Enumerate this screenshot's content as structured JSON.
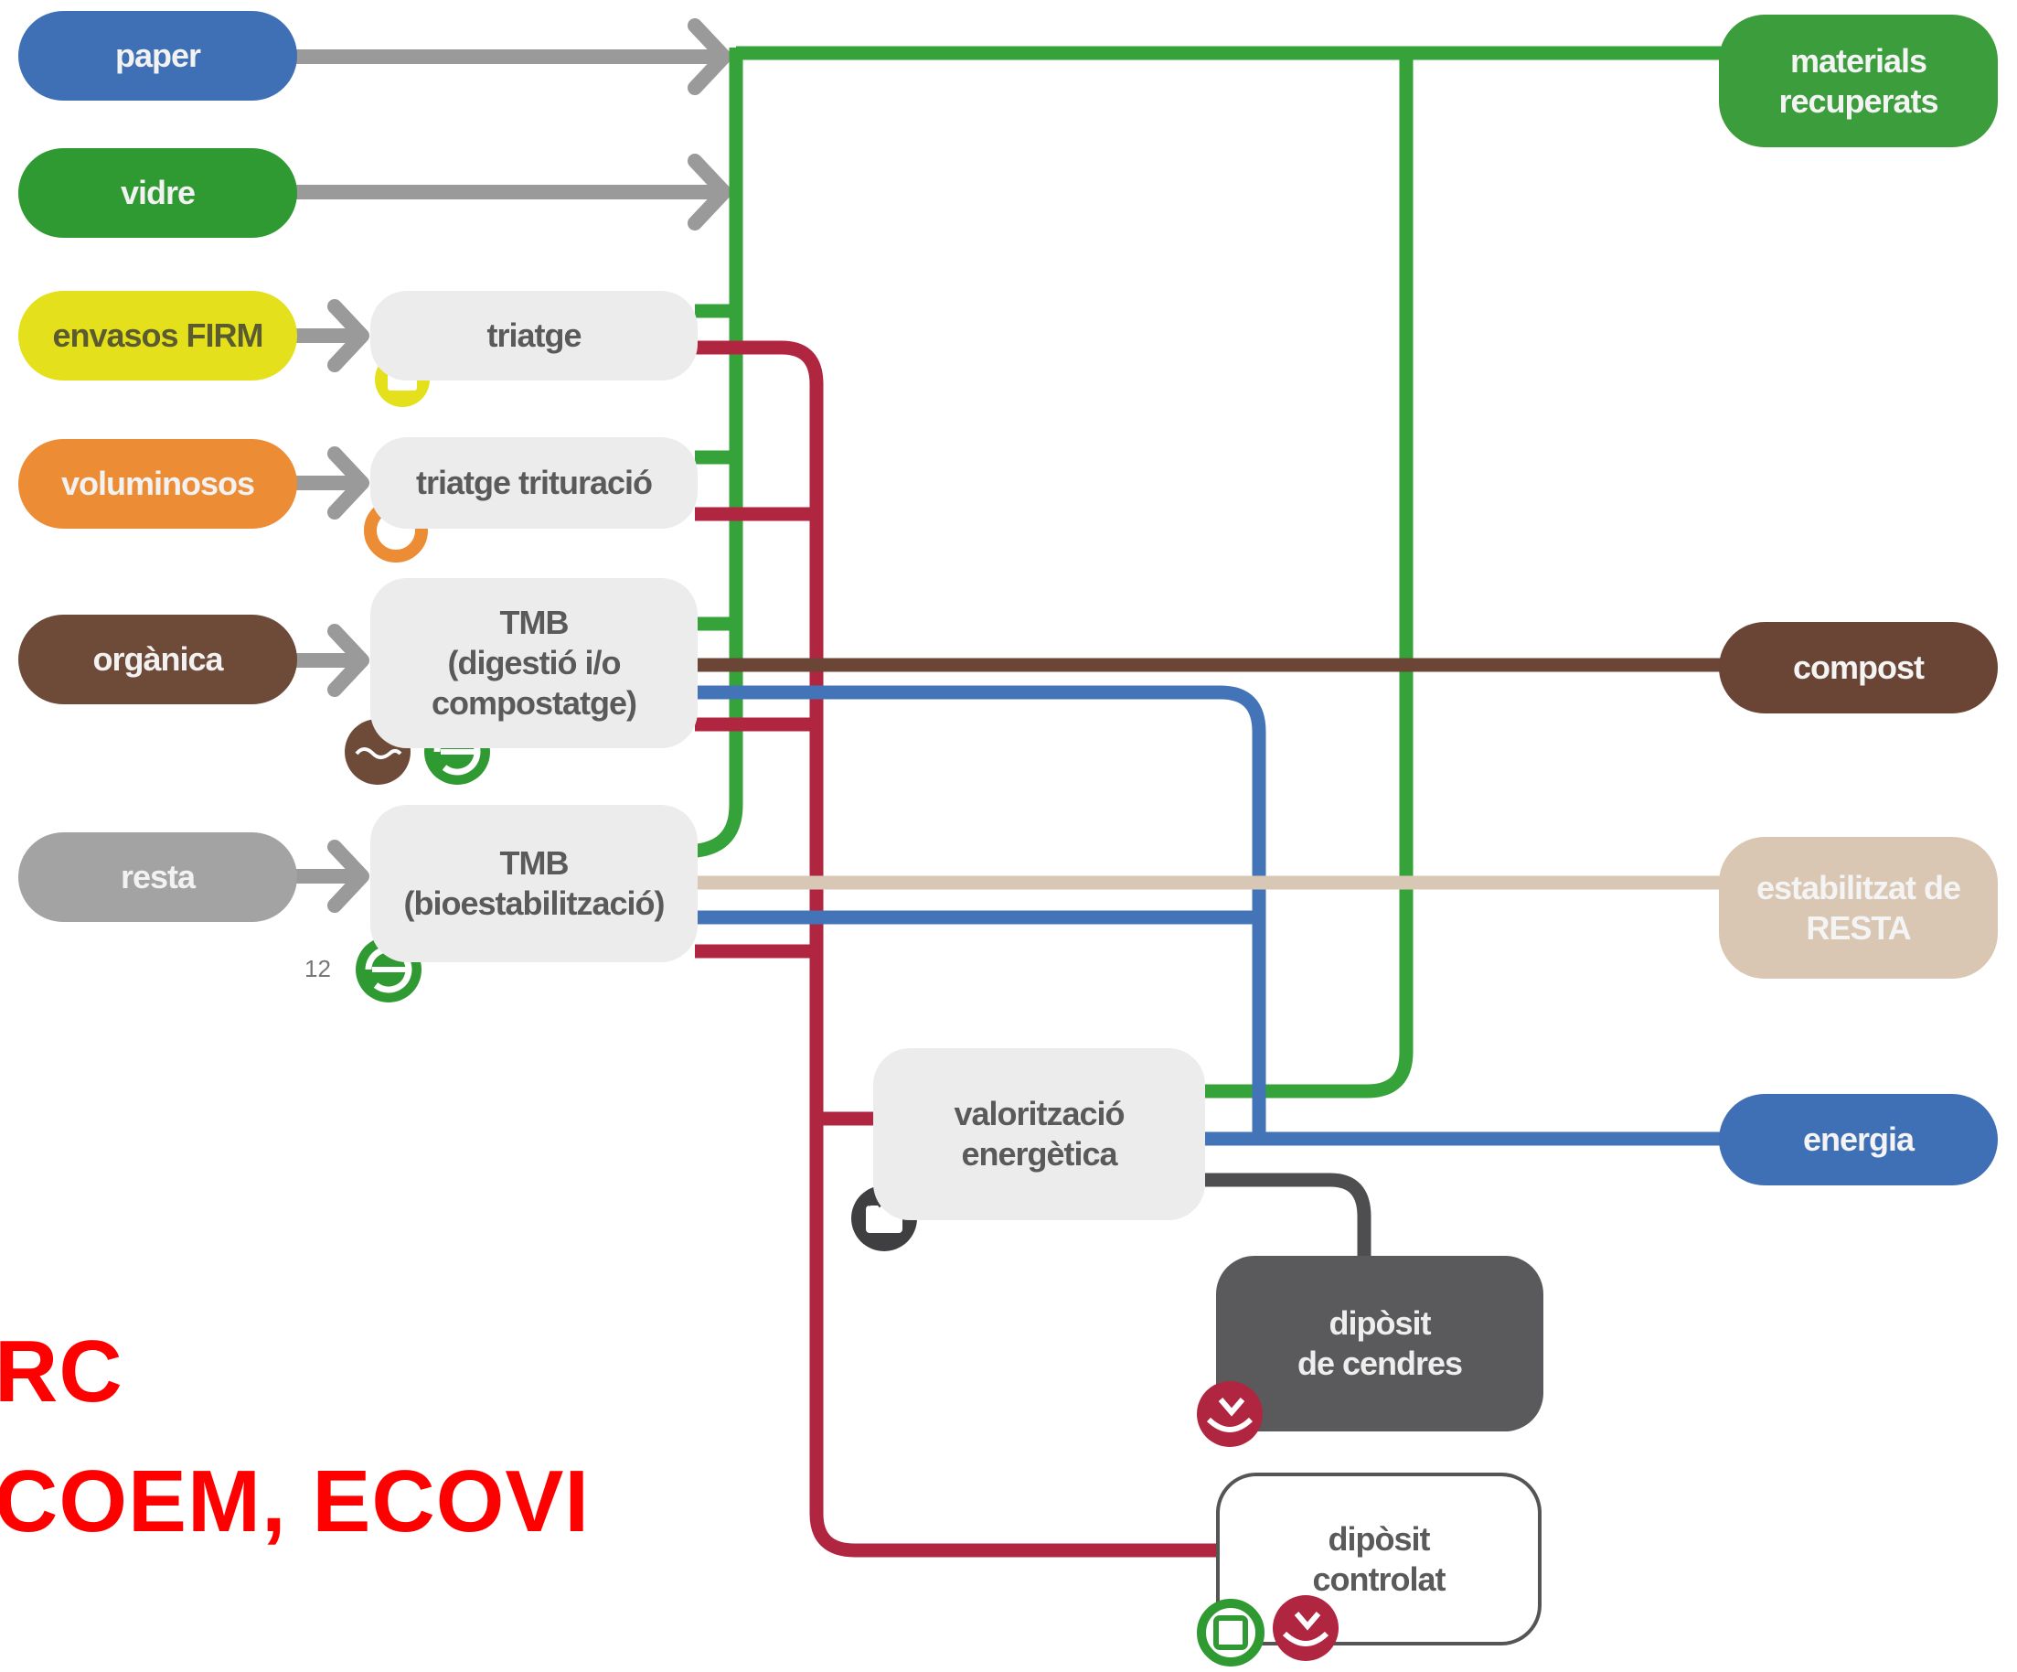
{
  "colors": {
    "paper": "#3f6fb4",
    "vidre": "#2f9a31",
    "envasos": "#e5e01c",
    "voluminosos": "#ec8d36",
    "organica": "#6e4a39",
    "resta": "#a3a3a3",
    "process": "#ececed",
    "arrow": "#9a9a9a",
    "green_line": "#36a23a",
    "red_line": "#b0253f",
    "brown_line": "#6b4636",
    "blue_line": "#4474b8",
    "beige_line": "#d8c7b5",
    "dark_line": "#4e4e50",
    "materials": "#3b9d3b",
    "compost": "#6a4535",
    "estabilitzat": "#d9c6b3",
    "energia": "#3f6fb4",
    "cendres": "#5a5a5c",
    "caption": "#ff0000"
  },
  "sources": {
    "paper": "paper",
    "vidre": "vidre",
    "envasos": "envasos FIRM",
    "voluminosos": "voluminosos",
    "organica": "orgànica",
    "resta": "resta"
  },
  "processes": {
    "triatge": "triatge",
    "triatge_trituracio": "triatge trituració",
    "tmb_digestio": "TMB\n(digestió i/o\ncompostatge)",
    "tmb_bioestabilitzacio": "TMB\n(bioestabilització)",
    "valoritzacio": "valorització\nenergètica",
    "diposit_cendres": "dipòsit\nde cendres",
    "diposit_controlat": "dipòsit\ncontrolat"
  },
  "outputs": {
    "materials": "materials\nrecuperats",
    "compost": "compost",
    "estabilitzat": "estabilitzat de\nRESTA",
    "energia": "energia"
  },
  "page_number": "12",
  "caption": {
    "line1": "RC",
    "line2": "COEM, ECOVI"
  },
  "icons": [
    "envasos-bin-icon",
    "voluminosos-ring-icon",
    "anaerobic-digestion-icon",
    "compost-recycle-icon",
    "bioestabilitzacio-recycle-icon",
    "incinerator-icon",
    "cendres-landfill-icon",
    "controlled-landfill-icon",
    "landfill-square-icon"
  ]
}
